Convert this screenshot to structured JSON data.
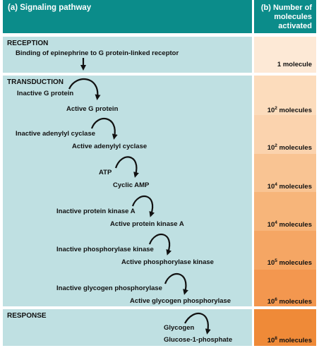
{
  "header": {
    "pathway_title": "(a) Signaling pathway",
    "molecules_title_lines": [
      "(b) Number of",
      "molecules",
      "activated"
    ]
  },
  "sections": {
    "reception": "RECEPTION",
    "transduction": "TRANSDUCTION",
    "response": "RESPONSE"
  },
  "steps": {
    "binding": "Binding of epinephrine to G protein-linked receptor",
    "inactive_g_protein": "Inactive G protein",
    "active_g_protein": "Active G protein",
    "inactive_adenylyl_cyclase": "Inactive adenylyl cyclase",
    "active_adenylyl_cyclase": "Active adenylyl cyclase",
    "atp": "ATP",
    "cyclic_amp": "Cyclic AMP",
    "inactive_protein_kinase_a": "Inactive protein kinase A",
    "active_protein_kinase_a": "Active protein kinase A",
    "inactive_phosphorylase_kinase": "Inactive phosphorylase kinase",
    "active_phosphorylase_kinase": "Active phosphorylase kinase",
    "inactive_glycogen_phosphorylase": "Inactive glycogen phosphorylase",
    "active_glycogen_phosphorylase": "Active glycogen phosphorylase",
    "glycogen": "Glycogen",
    "glucose_1_phosphate": "Glucose-1-phosphate"
  },
  "counts": [
    {
      "base": "1 molecule",
      "exp": "",
      "unit": ""
    },
    {
      "base": "10",
      "exp": "2",
      "unit": " molecules"
    },
    {
      "base": "10",
      "exp": "2",
      "unit": " molecules"
    },
    {
      "base": "10",
      "exp": "4",
      "unit": " molecules"
    },
    {
      "base": "10",
      "exp": "4",
      "unit": " molecules"
    },
    {
      "base": "10",
      "exp": "5",
      "unit": " molecules"
    },
    {
      "base": "10",
      "exp": "6",
      "unit": " molecules"
    },
    {
      "base": "10",
      "exp": "8",
      "unit": " molecules"
    }
  ],
  "colors": {
    "header_bg": "#0b8c8a",
    "header_text": "#ffffff",
    "panel_bg": "#bfe0e2",
    "count_cells": [
      "#fde9d6",
      "#fcdcbc",
      "#fbd3ae",
      "#f9c493",
      "#f7b57a",
      "#f5a664",
      "#f3974f",
      "#ef8a38"
    ]
  }
}
